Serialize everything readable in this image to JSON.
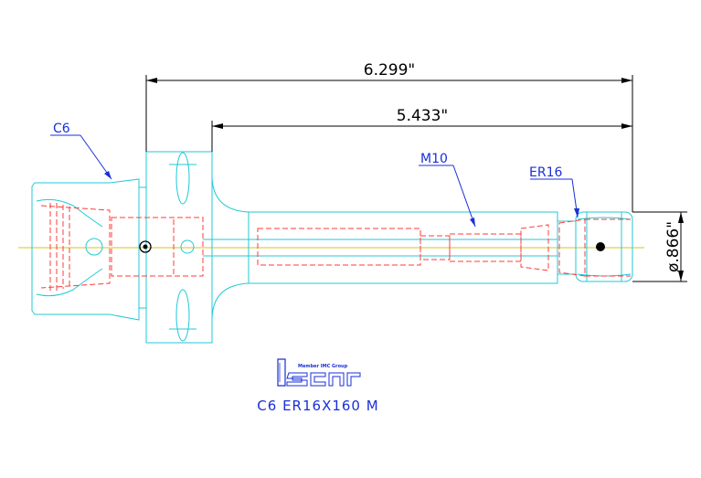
{
  "dimensions": {
    "overall_length": "6.299\"",
    "projection_length": "5.433\"",
    "diameter": "ø.866\""
  },
  "callouts": {
    "shank": "C6",
    "thread": "M10",
    "collet": "ER16"
  },
  "logo": {
    "tagline": "Member IMC Group",
    "wordmark": "iscar"
  },
  "model_code": "C6  ER16X160  M",
  "colors": {
    "outline": "#21c9d6",
    "hidden_lines": "#ff3b3b",
    "callout": "#1a2fd8",
    "dimension": "#000000",
    "centerline": "#d9c22a"
  }
}
